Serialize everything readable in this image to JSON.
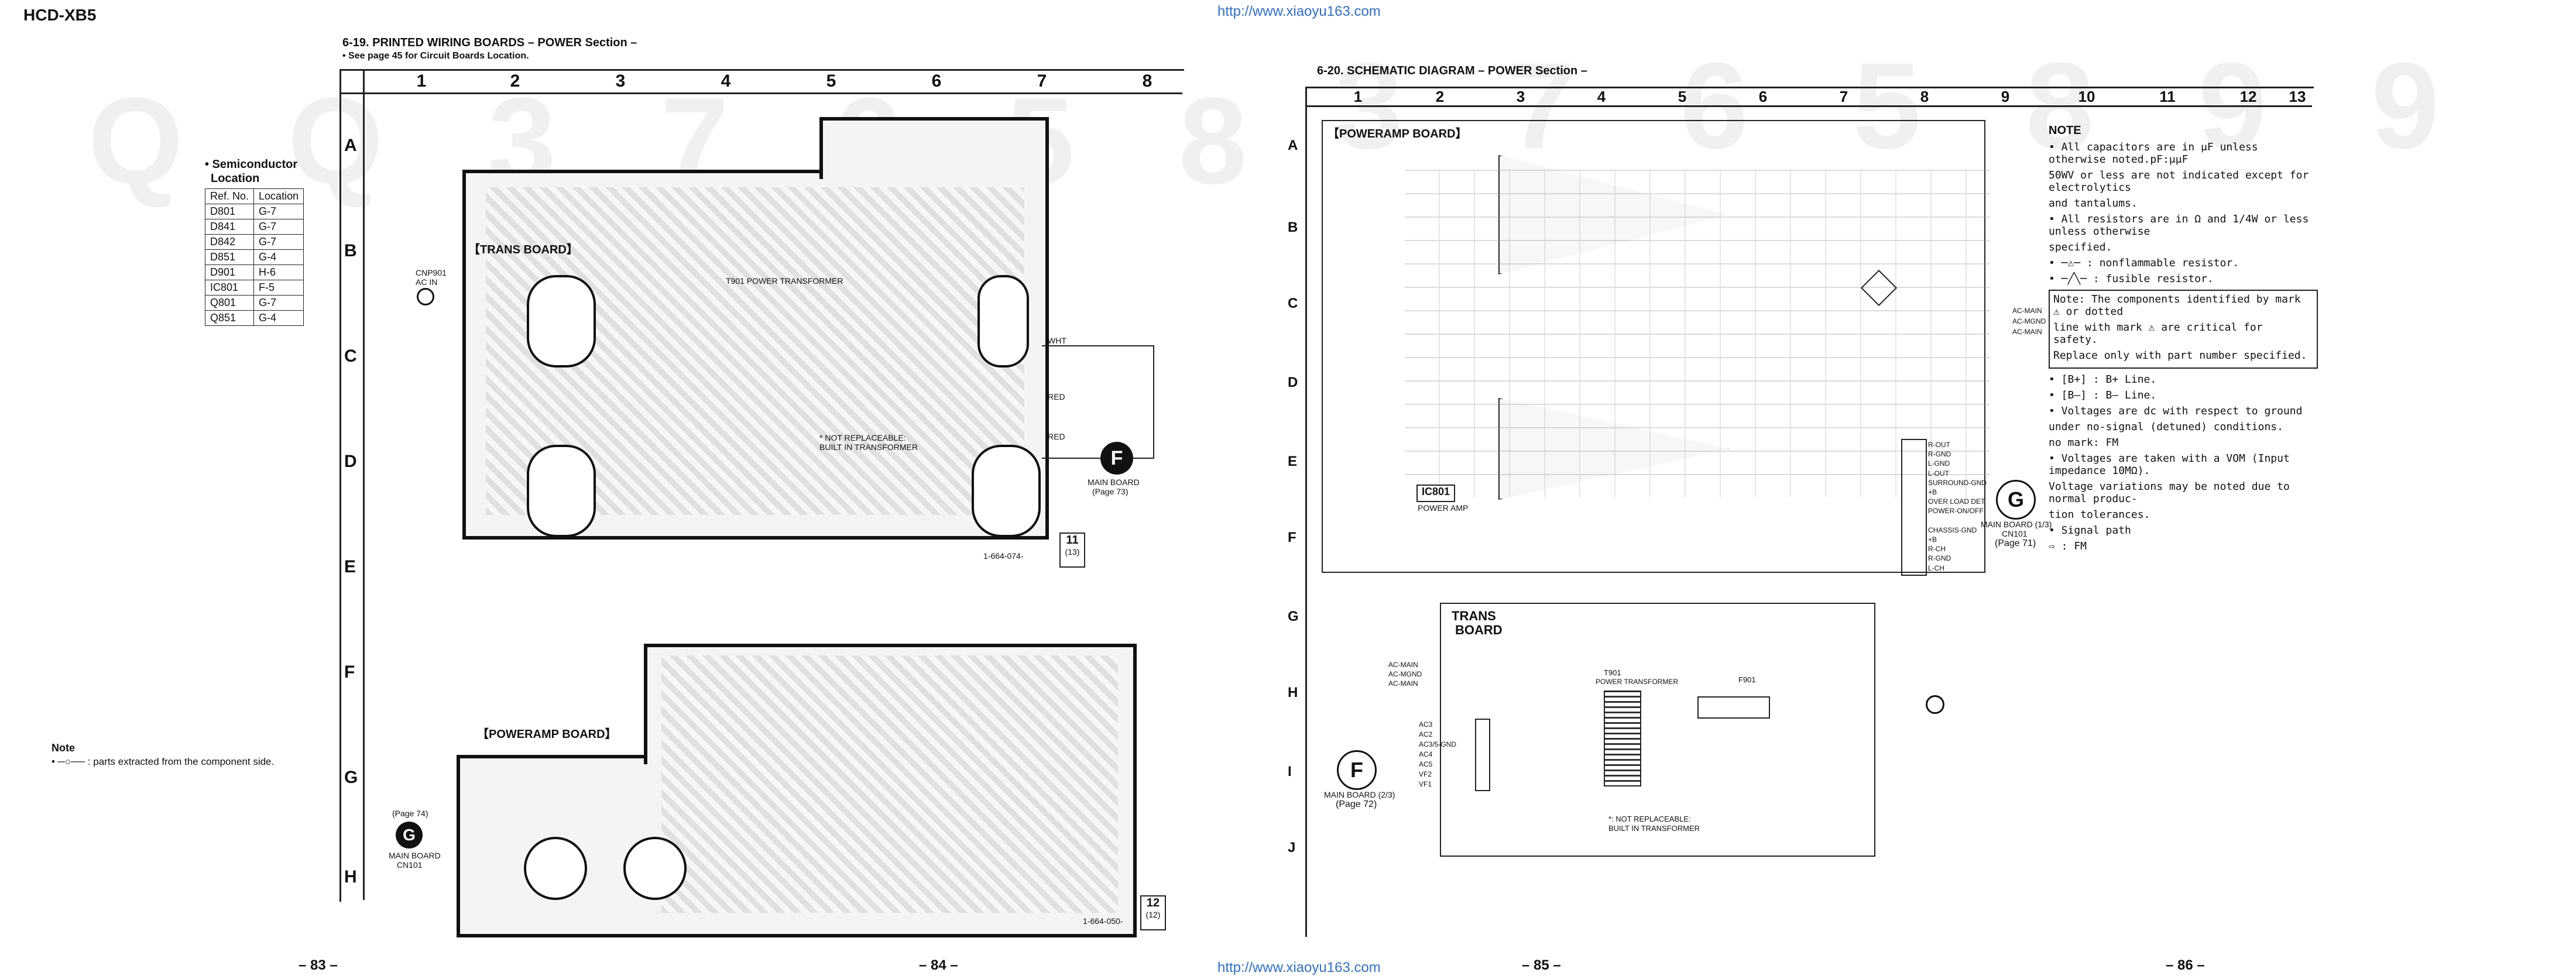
{
  "header": {
    "model": "HCD-XB5",
    "url_top": "http://www.xiaoyu163.com",
    "url_bottom": "http://www.xiaoyu163.com"
  },
  "left": {
    "title": "6-19.  PRINTED WIRING BOARDS  – POWER Section –",
    "subtitle": "• See page 45 for Circuit Boards Location.",
    "grid_numbers": [
      "1",
      "2",
      "3",
      "4",
      "5",
      "6",
      "7",
      "8"
    ],
    "grid_letters": [
      "A",
      "B",
      "C",
      "D",
      "E",
      "F",
      "G",
      "H"
    ],
    "semi": {
      "title": "• Semiconductor",
      "title2": "Location",
      "head": [
        "Ref. No.",
        "Location"
      ],
      "rows": [
        [
          "D801",
          "G-7"
        ],
        [
          "D841",
          "G-7"
        ],
        [
          "D842",
          "G-7"
        ],
        [
          "D851",
          "G-4"
        ],
        [
          "D901",
          "H-6"
        ],
        [
          "IC801",
          "F-5"
        ],
        [
          "Q801",
          "G-7"
        ],
        [
          "Q851",
          "G-4"
        ]
      ]
    },
    "note_title": "Note",
    "note_text": "• ─○── : parts extracted from the component side.",
    "trans_board_label": "【TRANS BOARD】",
    "poweramp_board_label": "【POWERAMP BOARD】",
    "cnp901": "CNP901",
    "ac_in": "AC IN",
    "t901": "T901 POWER TRANSFORMER",
    "not_replaceable": "* NOT REPLACEABLE:",
    "built_in": "BUILT IN TRANSFORMER",
    "wht": "WHT",
    "red": "RED",
    "bubble_f": "F",
    "main_board_f": "MAIN BOARD",
    "page_73": "(Page 73)",
    "bubble_g": "G",
    "page_74": "(Page 74)",
    "main_board_g": "MAIN BOARD",
    "cn101": "CN101",
    "box_11": "11",
    "box_11b": "(13)",
    "box_12": "12",
    "box_12b": "(12)",
    "code_trans": "1-664-074-",
    "code_amp": "1-664-050-",
    "page_83": "– 83 –",
    "page_84": "– 84 –"
  },
  "right": {
    "title": "6-20.  SCHEMATIC DIAGRAM  – POWER Section –",
    "grid_numbers": [
      "1",
      "2",
      "3",
      "4",
      "5",
      "6",
      "7",
      "8",
      "9",
      "10",
      "11",
      "12",
      "13"
    ],
    "grid_letters": [
      "A",
      "B",
      "C",
      "D",
      "E",
      "F",
      "G",
      "H",
      "I",
      "J"
    ],
    "poweramp_label": "【POWERAMP BOARD】",
    "ic801": "IC801",
    "power_amp": "POWER AMP",
    "trans_label": "TRANS",
    "trans_label2": "BOARD",
    "t901": "T901",
    "power_transformer": "POWER TRANSFORMER",
    "f901": "F901",
    "not_replaceable": "*: NOT REPLACEABLE:",
    "built_in": "BUILT IN TRANSFORMER",
    "bubble_g": "G",
    "main_board_g": "MAIN BOARD (1/3)",
    "cn101": "CN101",
    "page_71": "(Page 71)",
    "bubble_f": "F",
    "main_board_f": "MAIN BOARD (2/3)",
    "page_72": "(Page 72)",
    "ac_main": "AC-MAIN",
    "ac_mgnd": "AC-MGND",
    "connector_pins": [
      "R-OUT",
      "R-GND",
      "L-GND",
      "L-OUT",
      "SURROUND-GND",
      "+B",
      "OVER LOAD DET",
      "POWER-ON/OFF",
      "",
      "CHASSIS-GND",
      "+B",
      "R-CH",
      "R-GND",
      "L-CH"
    ],
    "trans_pins": [
      "AC-MAIN",
      "AC-MGND",
      "AC-MAIN"
    ],
    "ac_pins": [
      "AC3",
      "AC2",
      "AC3/5-GND",
      "AC4",
      "AC5",
      "VF2",
      "VF1"
    ],
    "note_title": "NOTE",
    "notes": [
      "• All capacitors are in μF unless otherwise noted.pF:μμF",
      "  50WV or less are not indicated except for electrolytics",
      "  and tantalums.",
      "• All resistors are in Ω and 1/4W or less unless otherwise",
      "  specified.",
      "• ─⚠─ : nonflammable resistor.",
      "• ─╱╲─ : fusible resistor."
    ],
    "note_box": [
      "Note: The components identified by mark ⚠ or dotted",
      "      line with mark ⚠ are critical for safety.",
      "      Replace only with part number specified."
    ],
    "notes2": [
      "• [B+] : B+ Line.",
      "• [B–] : B– Line.",
      "• Voltages are dc with respect to ground",
      "  under no-signal (detuned) conditions.",
      "  no mark: FM",
      "• Voltages are taken with a VOM (Input impedance 10MΩ).",
      "  Voltage variations may be noted due to normal produc-",
      "  tion tolerances.",
      "• Signal path",
      "  ⇨ : FM"
    ],
    "page_85": "– 85 –",
    "page_86": "– 86 –"
  }
}
